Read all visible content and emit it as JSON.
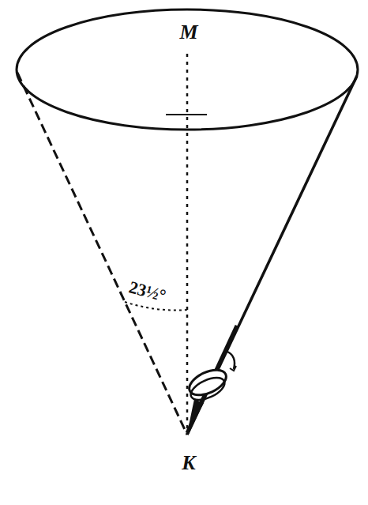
{
  "diagram": {
    "labels": [
      "M",
      "23½°",
      "K"
    ]
  }
}
